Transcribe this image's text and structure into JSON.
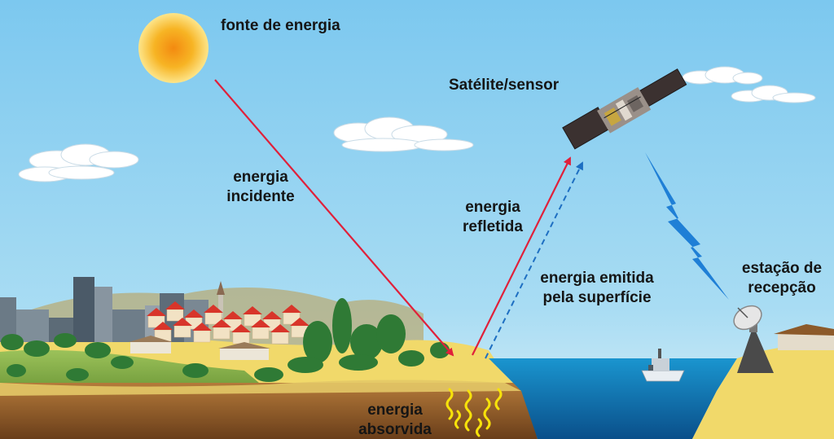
{
  "labels": {
    "energy_source": "fonte de energia",
    "satellite": "Satélite/sensor",
    "incident": [
      "energia",
      "incidente"
    ],
    "reflected": [
      "energia",
      "refletida"
    ],
    "emitted": [
      "energia emitida",
      "pela superfície"
    ],
    "station": [
      "estação de",
      "recepção"
    ],
    "absorbed": [
      "energia",
      "absorvida"
    ]
  },
  "colors": {
    "sky_top": "#7cc8ef",
    "sky_bottom": "#d6eff7",
    "sun": "#f7b21f",
    "incident_arrow": "#e0203a",
    "reflected_arrow": "#e0203a",
    "emitted_arrow": "#1e6fc2",
    "signal_bolt": "#1f7fd6",
    "sand": "#f1d96a",
    "water": "#0a6aa8",
    "soil": "#8a5a2b"
  },
  "icons": [
    "sun-icon",
    "satellite-icon",
    "antenna-dish-icon",
    "ship-icon",
    "city-icon",
    "heat-wave-icon"
  ]
}
